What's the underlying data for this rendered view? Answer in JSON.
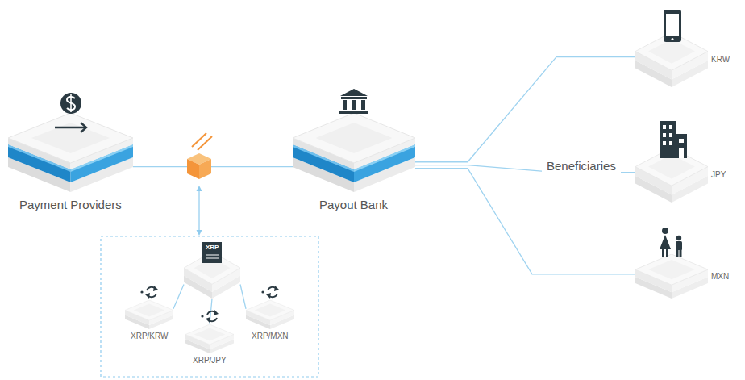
{
  "diagram": {
    "nodes": [
      {
        "text": [
          "Payment Providers"
        ]
      },
      {
        "text": [
          "Payout Bank"
        ]
      },
      {
        "text": [
          "KRW"
        ]
      },
      {
        "text": [
          "JPY"
        ]
      },
      {
        "text": [
          "MXN"
        ]
      },
      {
        "text": [
          "XRP"
        ]
      },
      {
        "text": [
          "XRP/KRW"
        ]
      },
      {
        "text": [
          "XRP/JPY"
        ]
      },
      {
        "text": [
          "XRP/MXN"
        ]
      }
    ],
    "edges": [
      {
        "from": 0,
        "to": 1,
        "arrow": "none"
      },
      {
        "from": 1,
        "to": 2,
        "arrow": "none"
      },
      {
        "from": 1,
        "to": 3,
        "arrow": "none"
      },
      {
        "from": 1,
        "to": 4,
        "arrow": "none"
      },
      {
        "from": 5,
        "to": 6,
        "arrow": "none"
      },
      {
        "from": 5,
        "to": 7,
        "arrow": "none"
      },
      {
        "from": 5,
        "to": 8,
        "arrow": "none"
      }
    ],
    "labels": [
      "Beneficiaries"
    ]
  }
}
